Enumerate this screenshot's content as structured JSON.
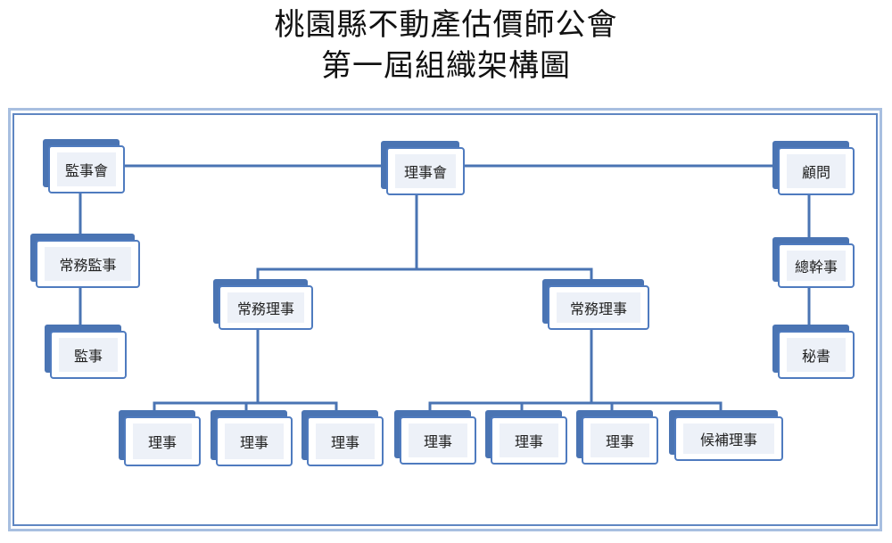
{
  "title": {
    "line1": "桃園縣不動產估價師公會",
    "line2": "第一屆組織架構圖"
  },
  "nodes": {
    "board_of_supervisors": "監事會",
    "board_of_directors": "理事會",
    "advisor": "顧問",
    "managing_supervisor": "常務監事",
    "supervisor": "監事",
    "managing_director_left": "常務理事",
    "managing_director_right": "常務理事",
    "secretary_general": "總幹事",
    "secretary": "秘書",
    "directors": [
      "理事",
      "理事",
      "理事",
      "理事",
      "理事",
      "理事"
    ],
    "alternate_director": "候補理事"
  },
  "colors": {
    "card_shadow": "#4a74b3",
    "card_border": "#4f7bbf",
    "card_fill": "#edf1f8",
    "connector": "#4a74b3"
  }
}
